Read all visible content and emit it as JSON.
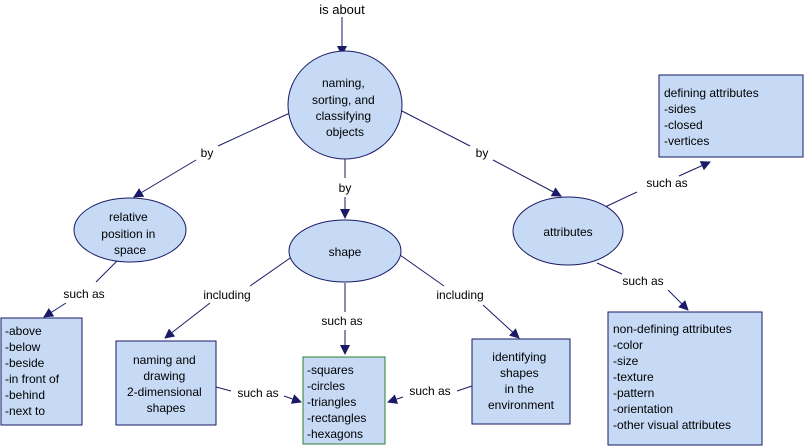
{
  "top_label": "is about",
  "nodes": {
    "central": [
      "naming,",
      "sorting, and",
      "classifying",
      "objects"
    ],
    "relative": [
      "relative",
      "position in",
      "space"
    ],
    "shape": [
      "shape"
    ],
    "attributes": [
      "attributes"
    ],
    "positions_box": [
      "-above",
      "-below",
      "-beside",
      "-in front of",
      "-behind",
      "-next to"
    ],
    "naming_box": [
      "naming and",
      "drawing",
      "2-dimensional",
      "shapes"
    ],
    "shapes_box": [
      "-squares",
      "-circles",
      "-triangles",
      "-rectangles",
      "-hexagons"
    ],
    "identifying_box": [
      "identifying",
      "shapes",
      "in the",
      "environment"
    ],
    "defining_box": [
      "defining attributes",
      "-sides",
      "-closed",
      "-vertices"
    ],
    "nondefining_box": [
      "non-defining attributes",
      "-color",
      "-size",
      "-texture",
      "-pattern",
      "-orientation",
      "-other visual attributes"
    ]
  },
  "links": {
    "by_left": "by",
    "by_center": "by",
    "by_right": "by",
    "such_as_relative": "such as",
    "including_left": "including",
    "such_as_shape": "such as",
    "including_right": "including",
    "such_as_naming": "such as",
    "such_as_identifying": "such as",
    "such_as_defining": "such as",
    "such_as_nondefining": "such as"
  },
  "colors": {
    "fill": "#c6daf5",
    "stroke": "#1a1a66",
    "text": "#000000",
    "shapes_box_border": "#2e7d32"
  }
}
